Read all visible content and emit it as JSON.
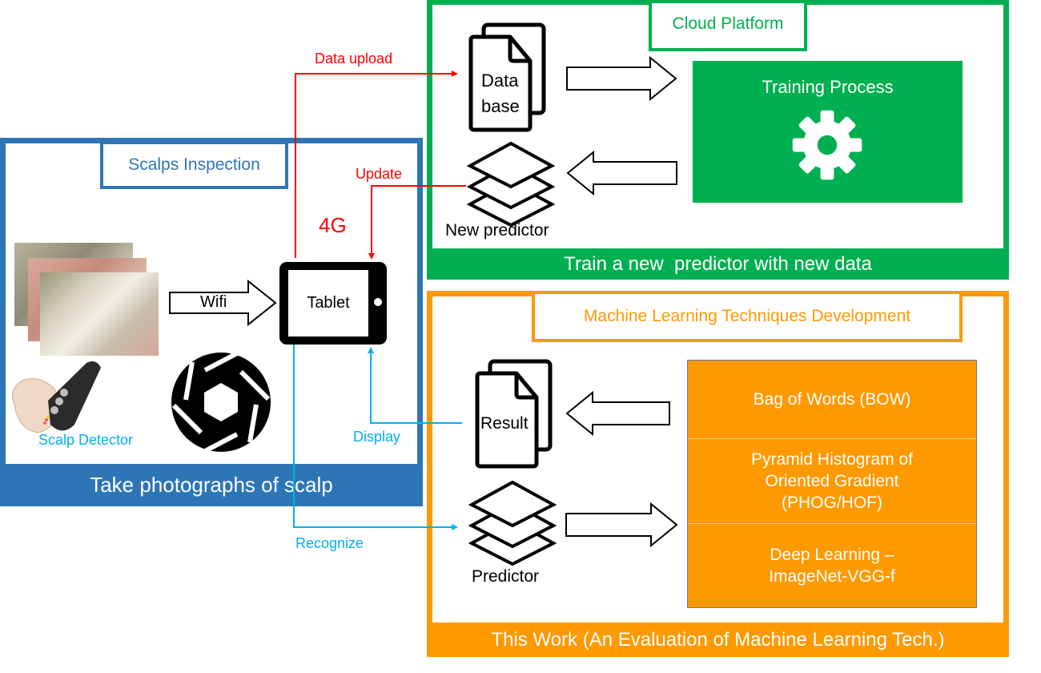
{
  "colors": {
    "blue": "#2e75b6",
    "green": "#00b050",
    "orange": "#ff9900",
    "red": "#ff0000",
    "cyan": "#00b0f0",
    "black": "#000000",
    "white": "#ffffff"
  },
  "scalp_panel": {
    "title": "Scalps Inspection",
    "footer": "Take photographs of scalp",
    "detector_label": "Scalp Detector",
    "wifi_label": "Wifi",
    "tablet_label": "Tablet",
    "network_label": "4G",
    "icons": [
      "scalp-photo-stack",
      "scalp-detector-device",
      "camera-shutter-icon"
    ]
  },
  "cloud_panel": {
    "title": "Cloud Platform",
    "footer": "Train a new  predictor with new data",
    "database_label_line1": "Data",
    "database_label_line2": "base",
    "new_predictor_label": "New predictor",
    "training_title": "Training Process",
    "icons": [
      "database-document-icon",
      "layers-icon",
      "gear-icon"
    ]
  },
  "ml_panel": {
    "title": "Machine Learning Techniques Development",
    "footer": "This Work (An Evaluation of Machine Learning Tech.)",
    "result_label": "Result",
    "predictor_label": "Predictor",
    "techniques": [
      "Bag of Words (BOW)",
      "Pyramid Histogram of Oriented Gradient (PHOG/HOF)",
      "Deep Learning – ImageNet-VGG-f"
    ],
    "technique_lines": [
      [
        "Bag of Words (BOW)"
      ],
      [
        "Pyramid Histogram of",
        "Oriented Gradient",
        "(PHOG/HOF)"
      ],
      [
        "Deep Learning –",
        "ImageNet-VGG-f"
      ]
    ]
  },
  "connectors": {
    "data_upload": "Data upload",
    "update": "Update",
    "display": "Display",
    "recognize": "Recognize"
  }
}
